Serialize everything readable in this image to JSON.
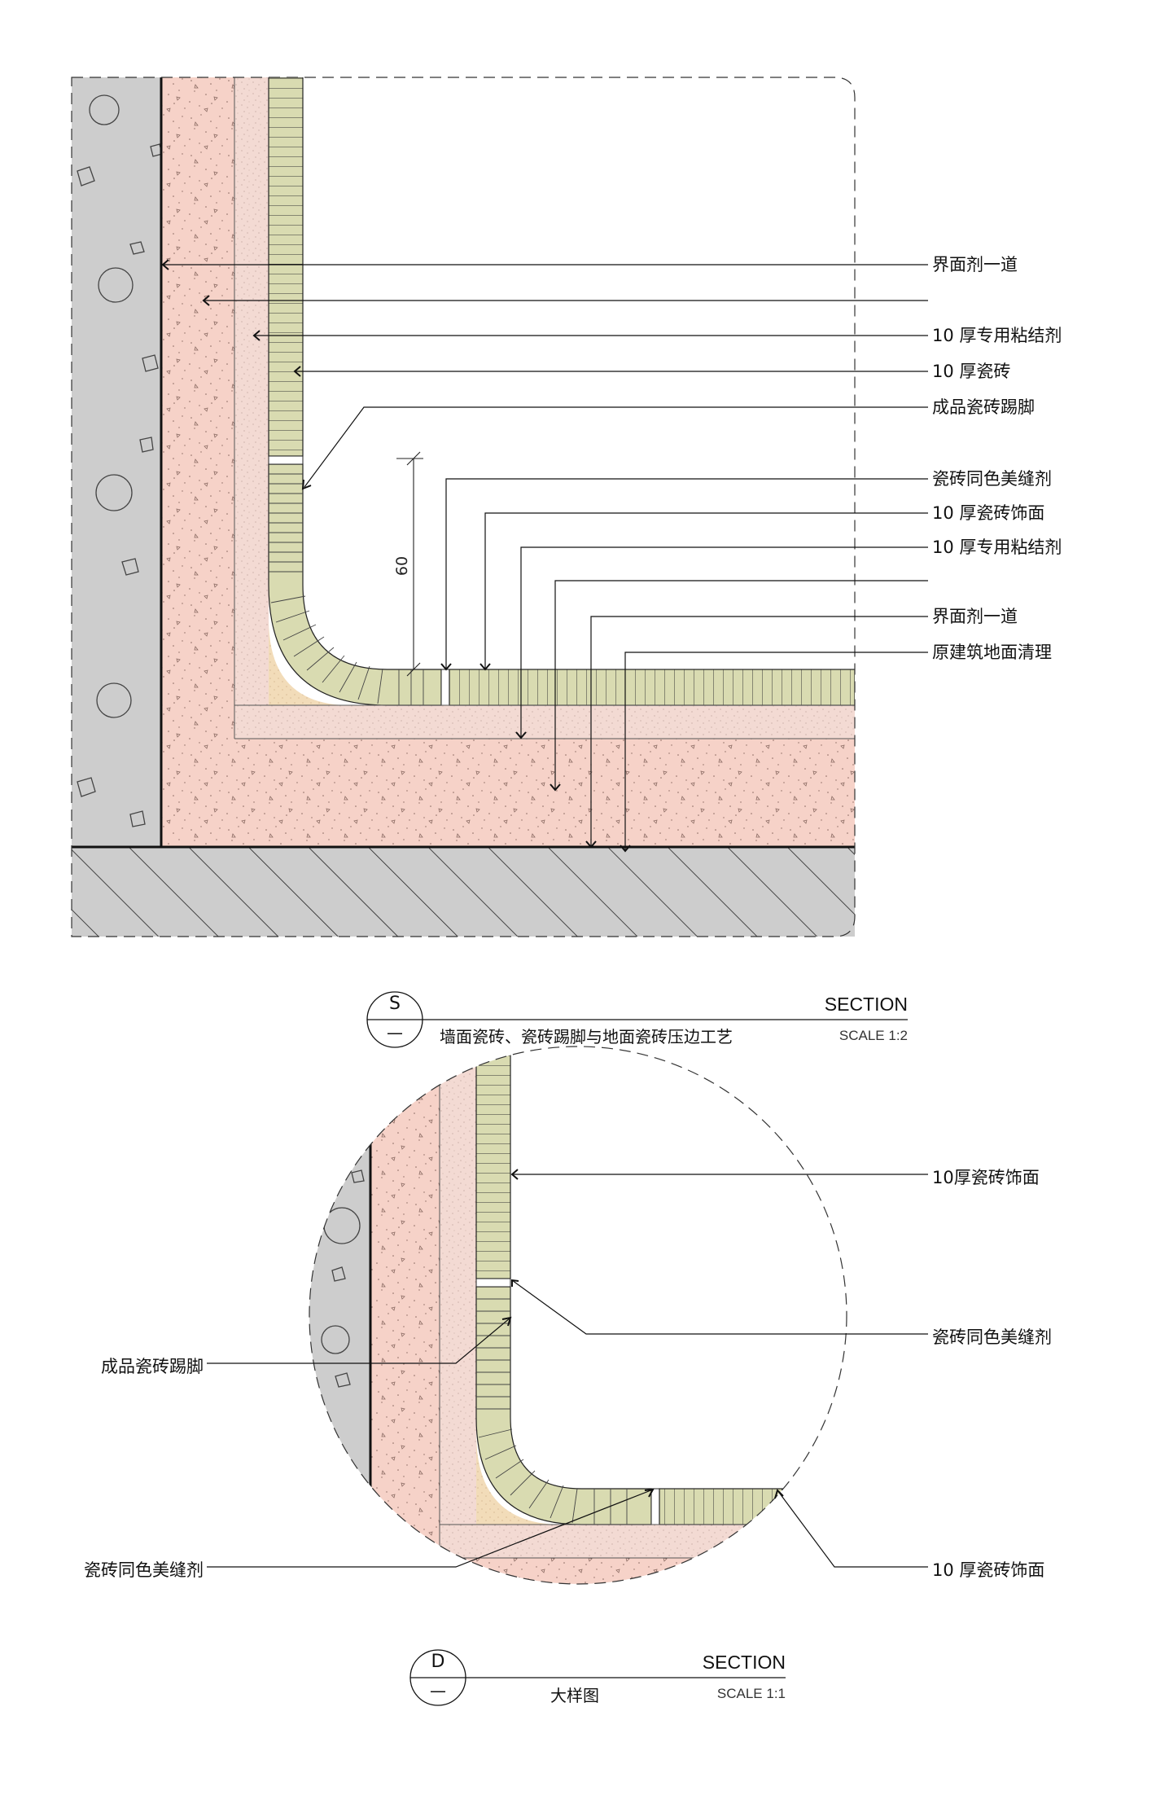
{
  "top_section": {
    "labels": [
      "界面剂一道",
      "",
      "10 厚专用粘结剂",
      "10 厚瓷砖",
      "成品瓷砖踢脚",
      "瓷砖同色美缝剂",
      "10 厚瓷砖饰面",
      "10 厚专用粘结剂",
      "",
      "界面剂一道",
      "原建筑地面清理"
    ],
    "dimension": "60",
    "title_block": {
      "letter": "S",
      "sheet": "—",
      "section_word": "SECTION",
      "title": "墙面瓷砖、瓷砖踢脚与地面瓷砖压边工艺",
      "scale": "SCALE 1:2"
    }
  },
  "detail_section": {
    "right_labels": [
      "10厚瓷砖饰面",
      "瓷砖同色美缝剂",
      "10 厚瓷砖饰面"
    ],
    "left_labels": [
      "成品瓷砖踢脚",
      "瓷砖同色美缝剂"
    ],
    "title_block": {
      "letter": "D",
      "sheet": "—",
      "section_word": "SECTION",
      "title": "大样图",
      "scale": "SCALE 1:1"
    }
  },
  "colors": {
    "concrete": "#cdcdcd",
    "screed": "#f6d2c8",
    "adhesive": "#f3dad3",
    "tile": "#d9dbb1",
    "filler": "#f2dcb9",
    "line": "#111111"
  }
}
